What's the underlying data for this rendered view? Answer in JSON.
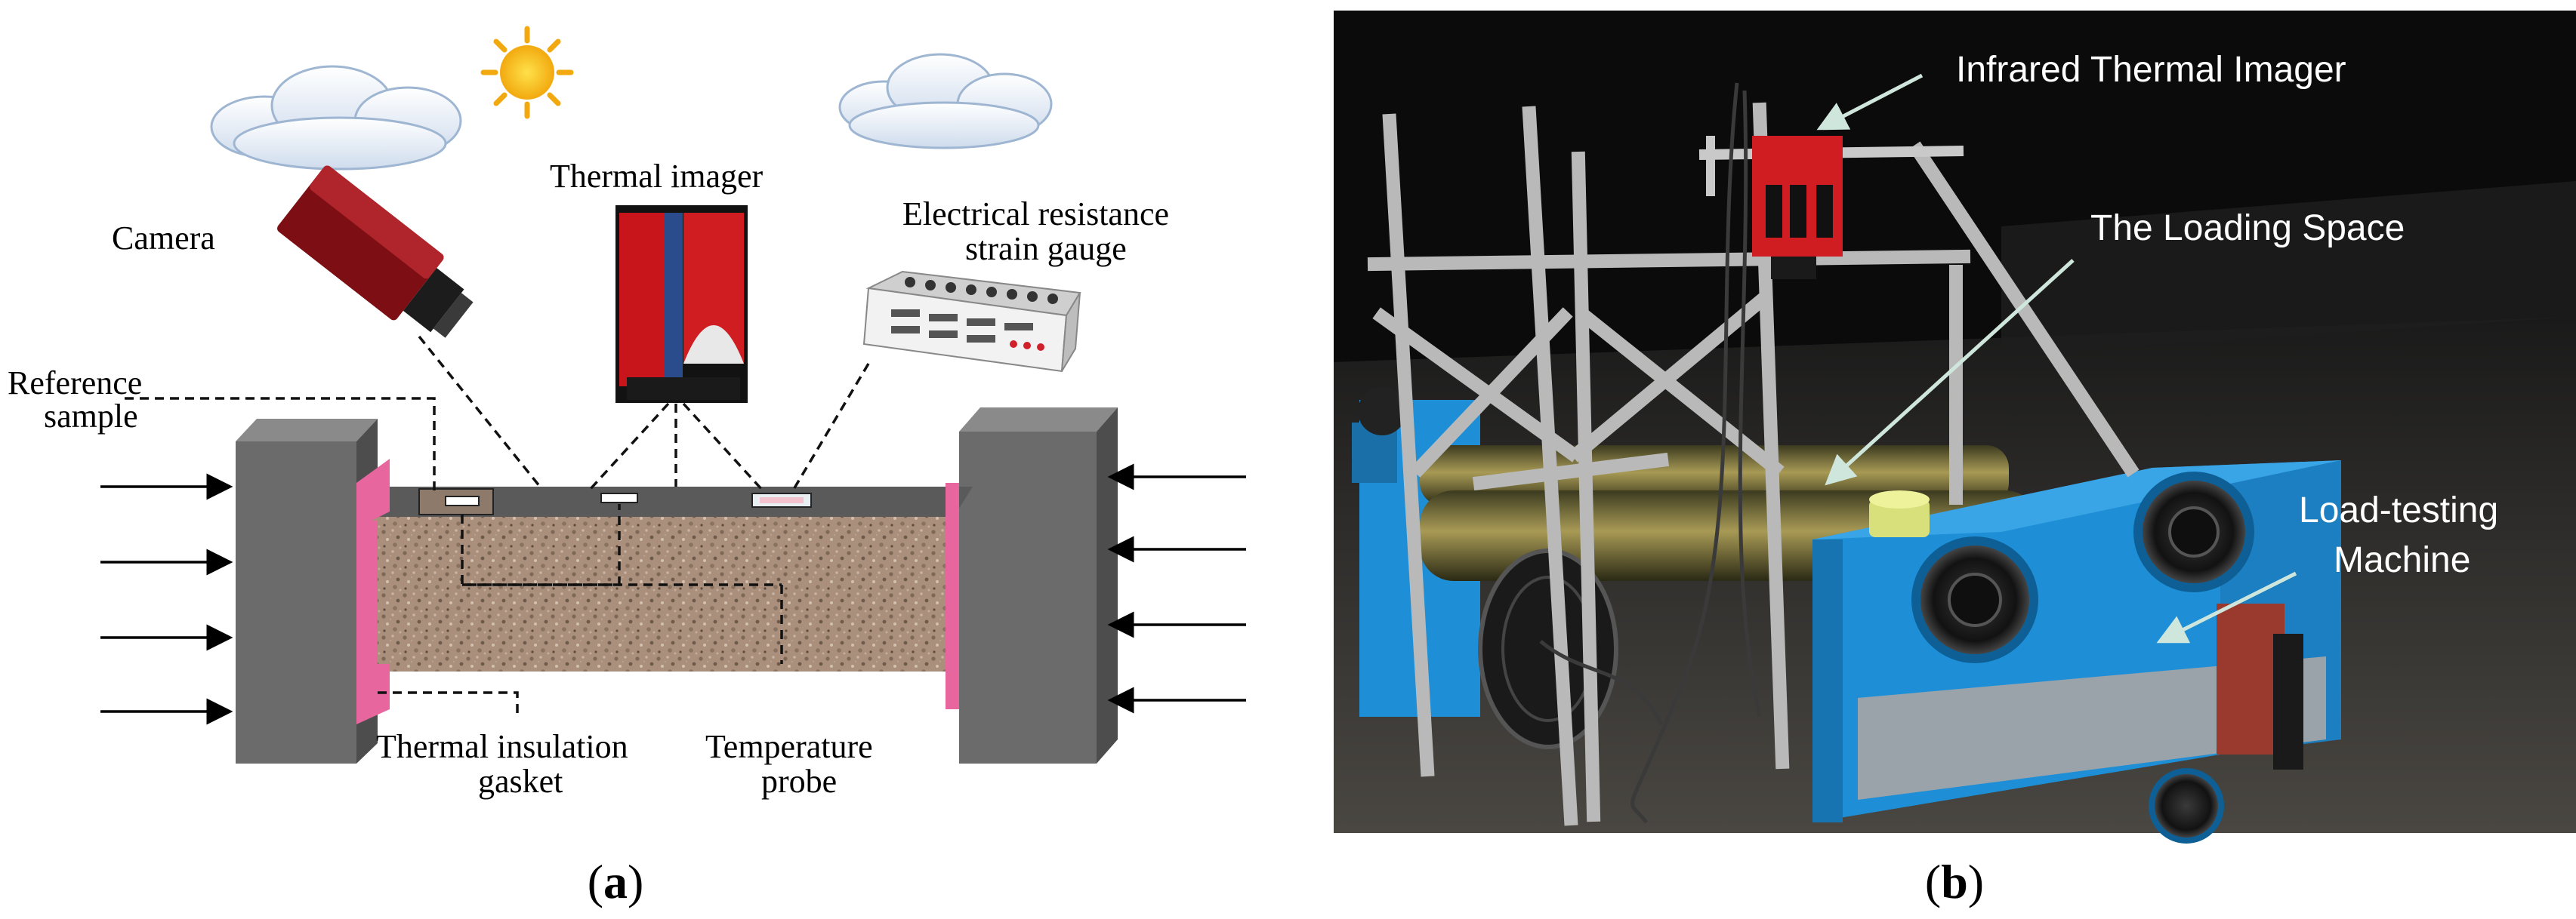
{
  "panel_a": {
    "label_open": "(",
    "label_letter": "a",
    "label_close": ")",
    "labels": {
      "camera": "Camera",
      "thermal_imager": "Thermal imager",
      "strain_gauge_line1": "Electrical resistance",
      "strain_gauge_line2": "strain gauge",
      "reference_line1": "Reference",
      "reference_line2": "sample",
      "gasket_line1": "Thermal insulation",
      "gasket_line2": "gasket",
      "probe_line1": "Temperature",
      "probe_line2": "probe"
    },
    "colors": {
      "specimen": "#a98f7c",
      "frame": "#6b6b6b",
      "gasket": "#e8669e",
      "sun": "#f7c21b",
      "cloud": "#dde8f4"
    }
  },
  "panel_b": {
    "label_open": "(",
    "label_letter": "b",
    "label_close": ")",
    "labels": {
      "imager": "Infrared Thermal Imager",
      "loading_space": "The Loading Space",
      "machine_line1": "Load-testing",
      "machine_line2": "Machine"
    },
    "colors": {
      "machine": "#1e8fd6",
      "background": "#0a0a0a",
      "annotation": "#ffffff"
    }
  }
}
